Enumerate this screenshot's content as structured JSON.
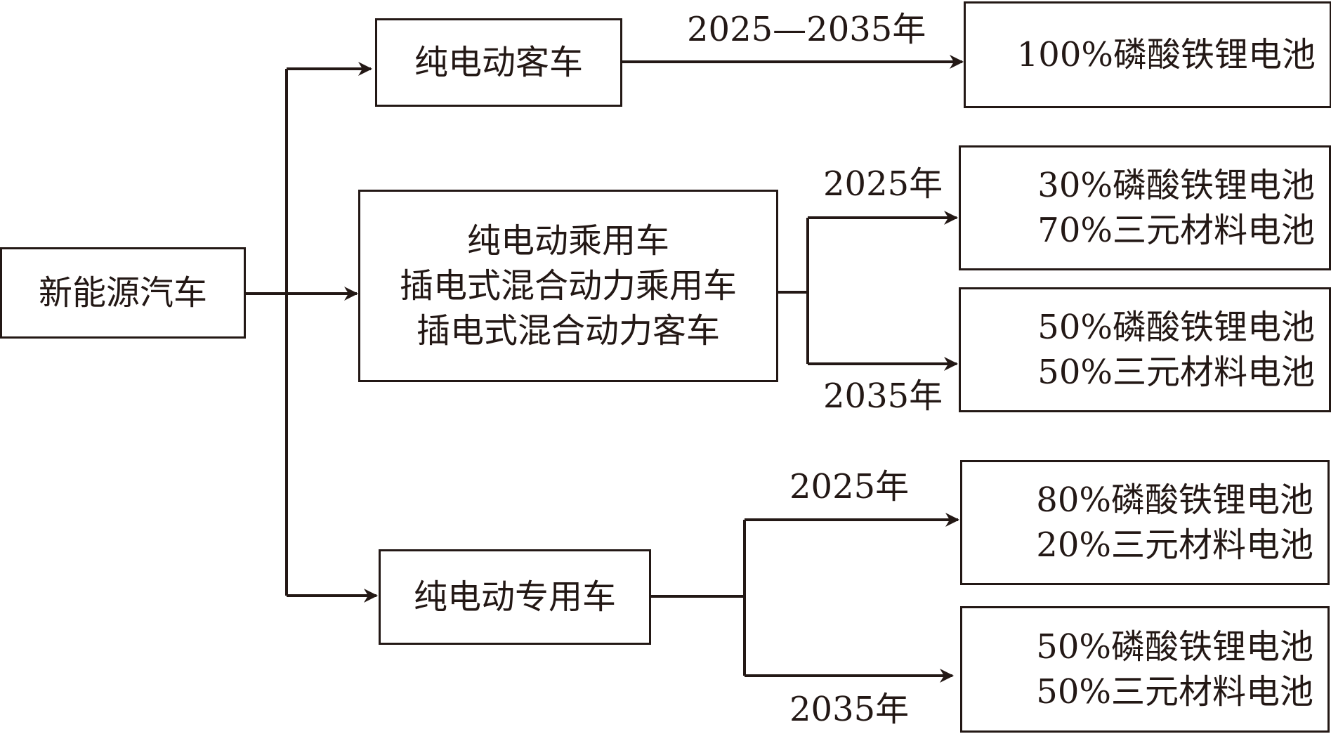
{
  "root": {
    "label": "新能源汽车"
  },
  "categories": {
    "bus": {
      "label": "纯电动客车"
    },
    "passenger": {
      "lines": [
        "纯电动乘用车",
        "插电式混合动力乘用车",
        "插电式混合动力客车"
      ]
    },
    "special": {
      "label": "纯电动专用车"
    }
  },
  "periods": {
    "bus": "2025—2035年",
    "passenger_2025": "2025年",
    "passenger_2035": "2035年",
    "special_2025": "2025年",
    "special_2035": "2035年"
  },
  "outcomes": {
    "bus": {
      "lines": [
        "100%磷酸铁锂电池"
      ]
    },
    "passenger_2025": {
      "lines": [
        "30%磷酸铁锂电池",
        "70%三元材料电池"
      ]
    },
    "passenger_2035": {
      "lines": [
        "50%磷酸铁锂电池",
        "50%三元材料电池"
      ]
    },
    "special_2025": {
      "lines": [
        "80%磷酸铁锂电池",
        "20%三元材料电池"
      ]
    },
    "special_2035": {
      "lines": [
        "50%磷酸铁锂电池",
        "50%三元材料电池"
      ]
    }
  },
  "colors": {
    "ink": "#231815",
    "background": "#ffffff"
  }
}
